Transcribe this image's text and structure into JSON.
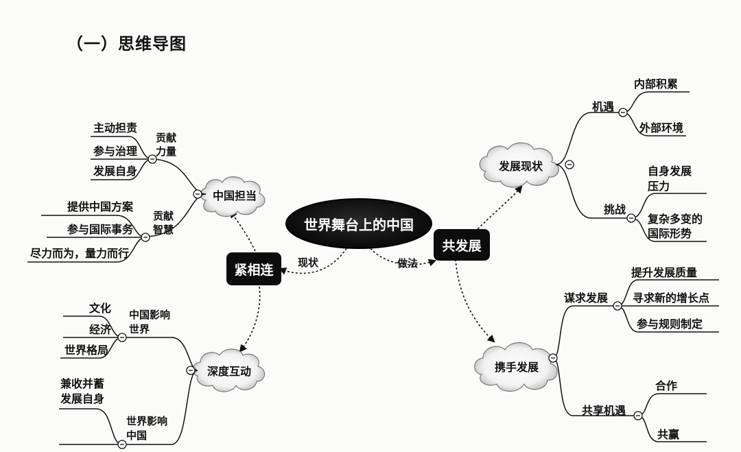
{
  "title": "（一）思维导图",
  "center": "世界舞台上的中国",
  "edges": {
    "left": "现状",
    "right": "做法"
  },
  "left_hub": "紧相连",
  "right_hub": "共发展",
  "clouds": {
    "china_role": "中国担当",
    "deep_interaction": "深度互动",
    "dev_status": "发展现状",
    "joint_dev": "携手发展"
  },
  "china_role": {
    "contribution_power": {
      "label_l1": "贡献",
      "label_l2": "力量",
      "items": [
        "主动担责",
        "参与治理",
        "发展自身"
      ]
    },
    "contribution_wisdom": {
      "label_l1": "贡献",
      "label_l2": "智慧",
      "items": [
        "提供中国方案",
        "参与国际事务",
        "尽力而为，量力而行"
      ]
    }
  },
  "deep_interaction": {
    "china_affects_world": {
      "label_l1": "中国影响",
      "label_l2": "世界",
      "items": [
        "文化",
        "经济",
        "世界格局"
      ]
    },
    "world_affects_china": {
      "label_l1": "世界影响",
      "label_l2": "中国",
      "items": [
        "兼收并蓄",
        "发展自身"
      ]
    }
  },
  "dev_status": {
    "opportunity": {
      "label": "机遇",
      "items": [
        "内部积累",
        "外部环境"
      ]
    },
    "challenge": {
      "label": "挑战",
      "items": [
        "自身发展",
        "压力",
        "复杂多变的",
        "国际形势"
      ]
    }
  },
  "joint_dev": {
    "seek": {
      "label": "谋求发展",
      "items": [
        "提升发展质量",
        "寻求新的增长点",
        "参与规则制定"
      ]
    },
    "share": {
      "label": "共享机遇",
      "items": [
        "合作",
        "共赢"
      ]
    }
  }
}
